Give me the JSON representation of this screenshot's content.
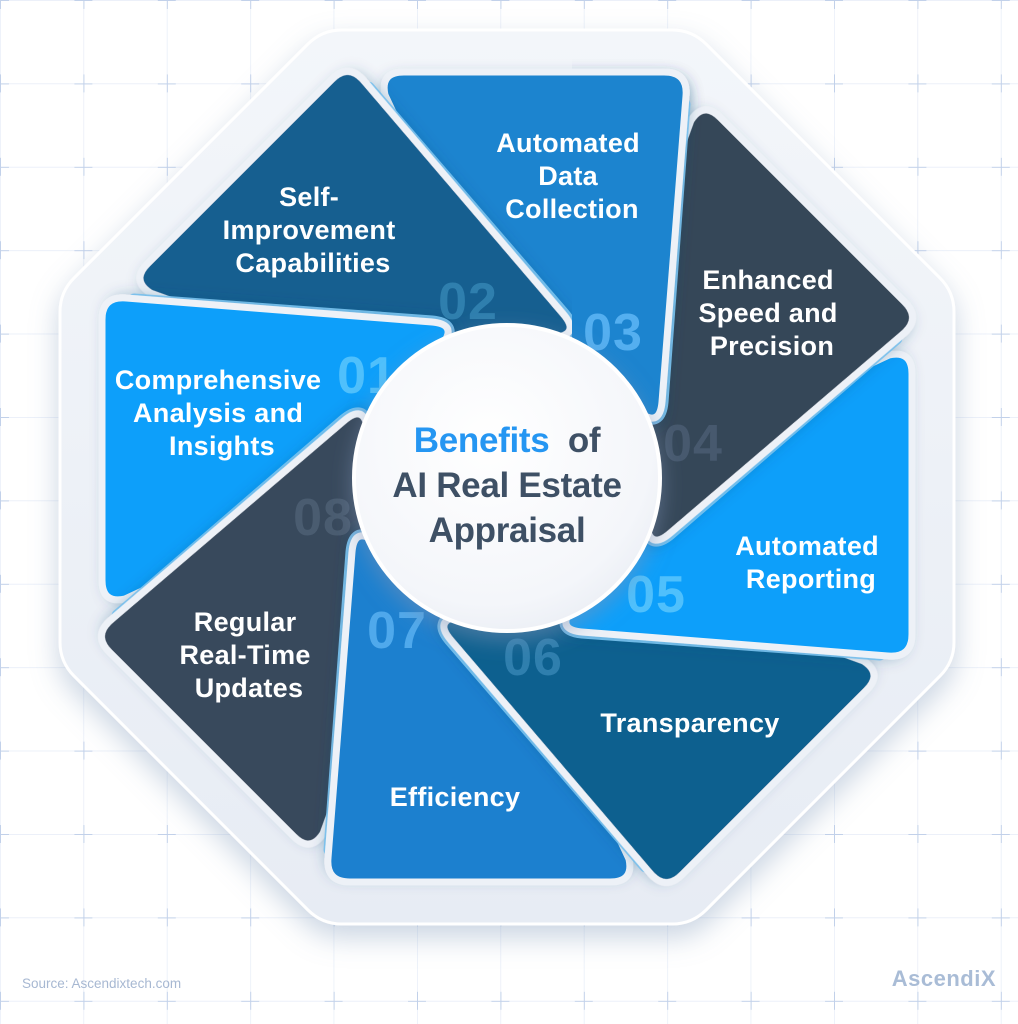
{
  "background": {
    "grid_line_color": "#e6ecf7",
    "grid_cross_color": "#c2d1ea"
  },
  "octagon": {
    "fill": "#edf1f7"
  },
  "accent_edge_color": "#8AD4FF",
  "center": {
    "title_accent": "Benefits",
    "title_accent_color": "#2596F2",
    "title_of": "of",
    "title_line2": "AI Real Estate",
    "title_line3": "Appraisal",
    "text_color": "#3E5065",
    "circle_fill": "#f4f6fa"
  },
  "segments": [
    {
      "num": "01",
      "label_lines": [
        "Comprehensive",
        "Analysis and",
        "Insights"
      ],
      "color": "#0A9FFA",
      "number_color": "#4FC0FC"
    },
    {
      "num": "02",
      "label_lines": [
        "Self-",
        "Improvement",
        "Capabilities"
      ],
      "color": "#155E90",
      "number_color": "#2F7FAE"
    },
    {
      "num": "03",
      "label_lines": [
        "Automated",
        "Data",
        "Collection"
      ],
      "color": "#1A84CF",
      "number_color": "#54AFF0"
    },
    {
      "num": "04",
      "label_lines": [
        "Enhanced",
        "Speed and",
        "Precision"
      ],
      "color": "#344659",
      "number_color": "#47596E"
    },
    {
      "num": "05",
      "label_lines": [
        "Automated",
        "Reporting"
      ],
      "color": "#0A9FFA",
      "number_color": "#4FC0FC"
    },
    {
      "num": "06",
      "label_lines": [
        "Transparency"
      ],
      "color": "#10618F",
      "number_color": "#2F7FAE"
    },
    {
      "num": "07",
      "label_lines": [
        "Efficiency"
      ],
      "color": "#1A80CF",
      "number_color": "#4FA9EC"
    },
    {
      "num": "08",
      "label_lines": [
        "Regular",
        "Real-Time",
        "Updates"
      ],
      "color": "#37485C",
      "number_color": "#4A5C70"
    }
  ],
  "footer": {
    "source": "Source: Ascendixtech.com",
    "source_color": "#A7B8D2",
    "brand": "AscendiX",
    "brand_color": "#A9BCD6"
  }
}
